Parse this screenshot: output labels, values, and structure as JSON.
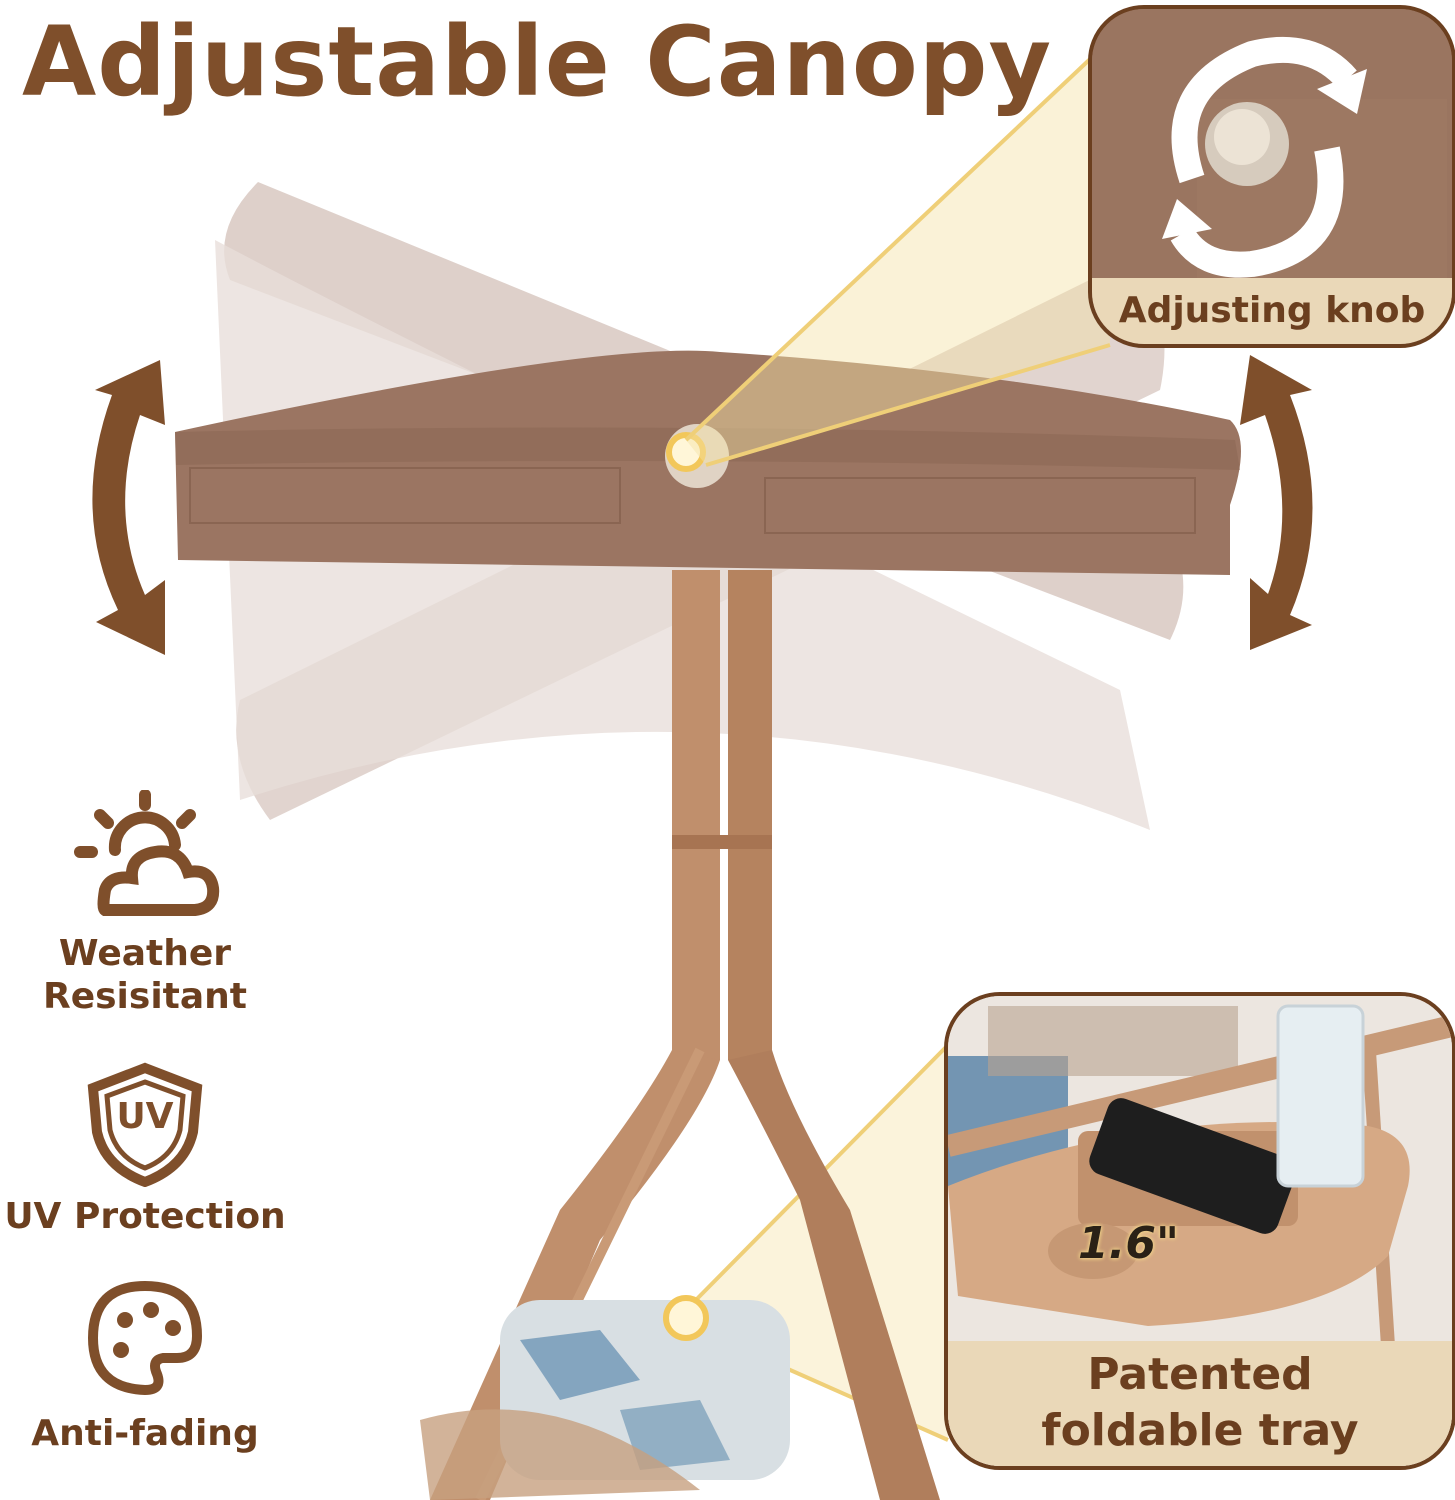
{
  "title": "Adjustable Canopy",
  "features": [
    {
      "label_line1": "Weather",
      "label_line2": "Resisitant",
      "icon": "sun-cloud-icon"
    },
    {
      "label": "UV Protection",
      "icon": "uv-shield-icon",
      "icon_text": "UV"
    },
    {
      "label": "Anti-fading",
      "icon": "palette-icon"
    }
  ],
  "knob_inset": {
    "caption": "Adjusting knob",
    "icon": "rotate-arrows-icon"
  },
  "tray_inset": {
    "caption_line1": "Patented",
    "caption_line2": "foldable tray",
    "measure": "1.6\""
  },
  "colors": {
    "brand_brown": "#7f4f2b",
    "canopy": "#9b7562",
    "frame": "#c08f6c",
    "highlight": "#f2d58a"
  }
}
